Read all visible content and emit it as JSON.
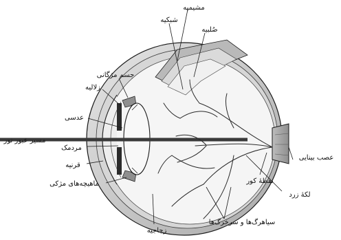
{
  "diagram": {
    "labels": {
      "choroid": "مشیمیه",
      "retina": "شبکیه",
      "sclera": "صُلبیه",
      "ciliary_body": "جسم مژگانی",
      "zonules": "زلالیه",
      "lens": "عدسی",
      "light_path": "مسیر عبور نور",
      "pupil": "مردمک",
      "cornea": "قرنیه",
      "ciliary_muscles": "ماهیچه‌های مژکی",
      "vitreous": "زجاجیه",
      "optic_nerve": "عصب بینایی",
      "blind_spot": "نقطهٔ کور",
      "fovea": "لکهٔ زرد",
      "vessels": "سیاهرگ‌ها و سرخرگ‌ها"
    },
    "colors": {
      "outline": "#1a1a1a",
      "light_beam": "#3a3a3a",
      "tissue": "#cfcfcf",
      "iris": "#2b2b2b"
    }
  }
}
